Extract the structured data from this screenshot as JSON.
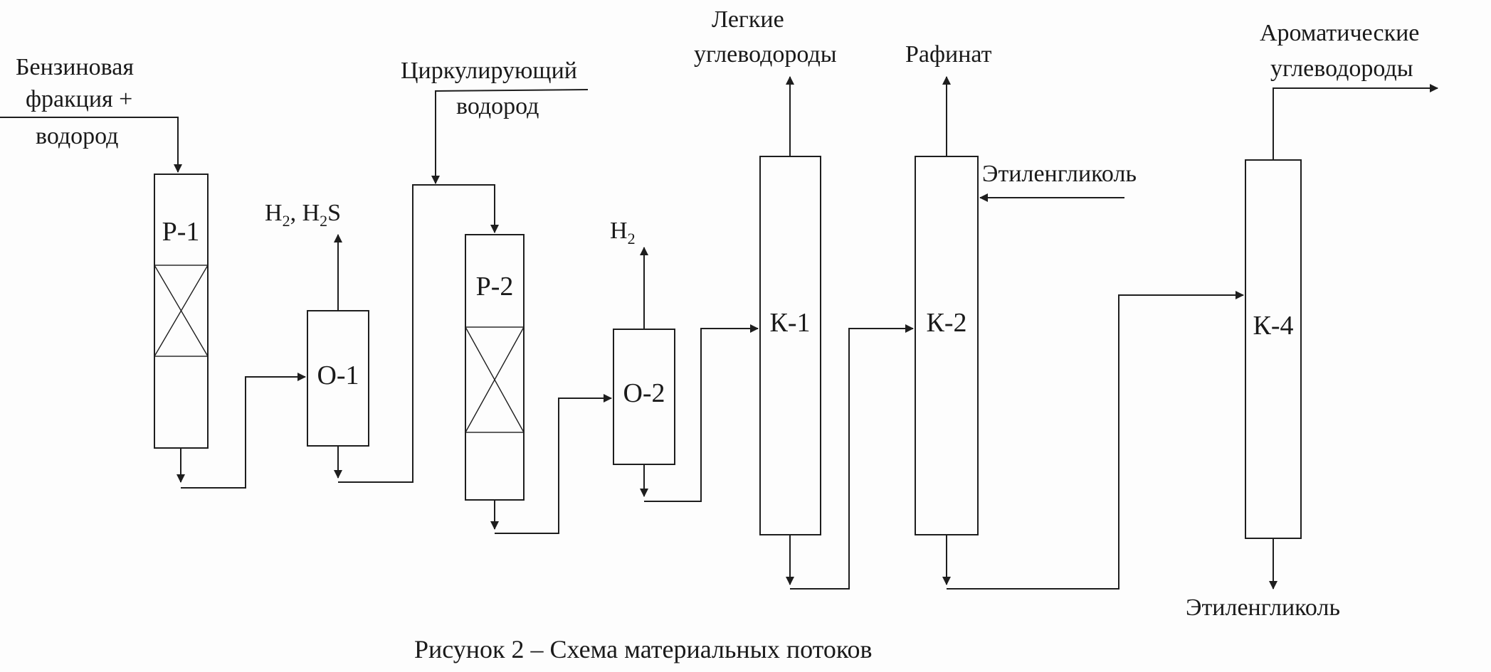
{
  "labels": {
    "feed_line1": "Бензиновая",
    "feed_line2": "фракция +",
    "feed_line3": "водород",
    "circ_line1": "Циркулирующий",
    "circ_line2": "водород",
    "light_line1": "Легкие",
    "light_line2": "углеводороды",
    "raffinate": "Рафинат",
    "arom_line1": "Ароматические",
    "arom_line2": "углеводороды",
    "glycol_in": "Этиленгликоль",
    "glycol_out": "Этиленгликоль",
    "h2s_h": "H",
    "h2s_sub1": "2",
    "h2s_mid": ", H",
    "h2s_sub2": "2",
    "h2s_s": "S",
    "h2_h": "H",
    "h2_sub": "2"
  },
  "units": {
    "r1": "Р-1",
    "r2": "Р-2",
    "o1": "О-1",
    "o2": "О-2",
    "k1": "К-1",
    "k2": "К-2",
    "k4": "К-4"
  },
  "caption": "Рисунок 2 – Схема материальных потоков"
}
